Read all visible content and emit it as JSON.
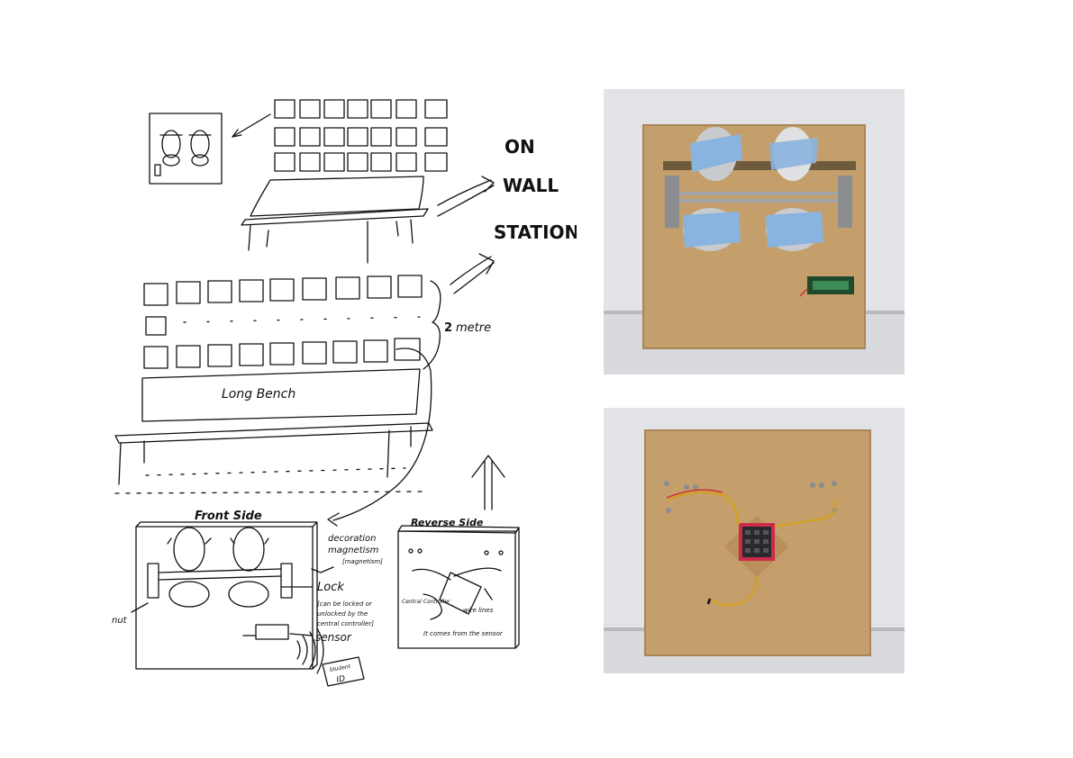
{
  "sketch": {
    "title_line1": "ON",
    "title_line2": "WALL",
    "title_line3": "STATION",
    "bench_label": "Long Bench",
    "height_label": "metre",
    "height_value": "2",
    "front_title": "Front Side",
    "reverse_title": "Reverse Side",
    "note_decoration": "decoration",
    "note_magnetism": "magnetism",
    "note_magnetism_sub": "[magnetism]",
    "note_lock": "Lock",
    "note_lock_detail1": "[can be locked or",
    "note_lock_detail2": "unlocked by the",
    "note_lock_detail3": "central controller]",
    "note_sensor": "sensor",
    "note_nut": "nut",
    "card_line1": "Student",
    "card_line2": "ID",
    "reverse_controller": "Central Controller",
    "reverse_wire": "wire lines",
    "reverse_note": "It comes from the sensor"
  },
  "photos": {
    "front_photo": "front-board-photo",
    "back_photo": "back-board-photo"
  }
}
